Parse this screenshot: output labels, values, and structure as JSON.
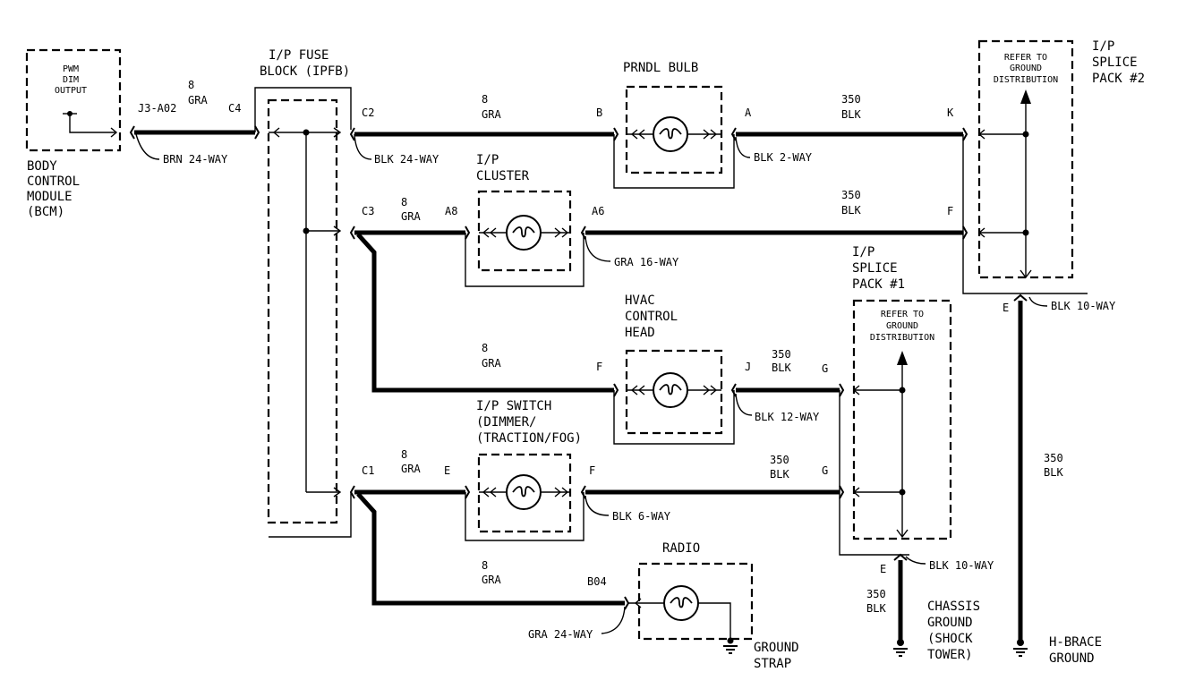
{
  "bcm": {
    "output": [
      "PWM",
      "DIM",
      "OUTPUT"
    ],
    "name": [
      "BODY",
      "CONTROL",
      "MODULE",
      "(BCM)"
    ],
    "pin": "J3-A02",
    "connector": "BRN 24-WAY"
  },
  "fuse_block": {
    "title": [
      "I/P FUSE",
      "BLOCK (IPFB)"
    ],
    "pin_c4": "C4",
    "pin_c2": "C2",
    "pin_c3": "C3",
    "pin_c1": "C1",
    "connector": "BLK 24-WAY"
  },
  "wires": {
    "w1_size": "8",
    "w1_color": "GRA",
    "w2_size": "8",
    "w2_color": "GRA",
    "w3_size": "8",
    "w3_color": "GRA",
    "w4_size": "8",
    "w4_color": "GRA",
    "w5_size": "8",
    "w5_color": "GRA",
    "w6_size": "8",
    "w6_color": "GRA",
    "g1_size": "350",
    "g1_color": "BLK",
    "g2_size": "350",
    "g2_color": "BLK",
    "g3_size": "350",
    "g3_color": "BLK",
    "g4_size": "350",
    "g4_color": "BLK",
    "g5_size": "350",
    "g5_color": "BLK",
    "g6_size": "350",
    "g6_color": "BLK"
  },
  "prndl": {
    "title": "PRNDL BULB",
    "pin_in": "B",
    "pin_out": "A",
    "connector": "BLK 2-WAY"
  },
  "cluster": {
    "title": [
      "I/P",
      "CLUSTER"
    ],
    "pin_in": "A8",
    "pin_out": "A6",
    "connector": "GRA 16-WAY"
  },
  "hvac": {
    "title": [
      "HVAC",
      "CONTROL",
      "HEAD"
    ],
    "pin_in": "F",
    "pin_out": "J",
    "connector": "BLK 12-WAY"
  },
  "switch": {
    "title": [
      "I/P SWITCH",
      "(DIMMER/",
      "(TRACTION/FOG)"
    ],
    "pin_in": "E",
    "pin_out": "F",
    "connector": "BLK 6-WAY"
  },
  "radio": {
    "title": "RADIO",
    "pin_in": "B04",
    "connector": "GRA 24-WAY",
    "ground": [
      "GROUND",
      "STRAP"
    ]
  },
  "splice2": {
    "title": [
      "I/P",
      "SPLICE",
      "PACK #2"
    ],
    "ref": [
      "REFER TO",
      "GROUND",
      "DISTRIBUTION"
    ],
    "pin_k": "K",
    "pin_f": "F",
    "pin_e": "E",
    "connector": "BLK 10-WAY",
    "ground": [
      "H-BRACE",
      "GROUND"
    ]
  },
  "splice1": {
    "title": [
      "I/P",
      "SPLICE",
      "PACK #1"
    ],
    "ref": [
      "REFER TO",
      "GROUND",
      "DISTRIBUTION"
    ],
    "pin_g1": "G",
    "pin_g2": "G",
    "pin_e": "E",
    "connector": "BLK 10-WAY",
    "ground": [
      "CHASSIS",
      "GROUND",
      "(SHOCK",
      "TOWER)"
    ]
  }
}
